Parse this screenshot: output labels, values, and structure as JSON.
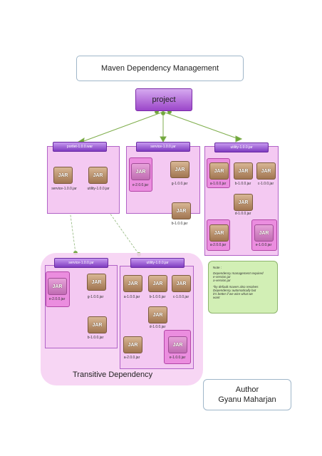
{
  "title": "Maven Dependency Management",
  "project": "project",
  "top_panels": {
    "portlet": {
      "header": "portlet-1.0.0.war",
      "jars": [
        "service-1.0.0.jar",
        "utility-1.0.0.jar"
      ]
    },
    "service": {
      "header": "service-1.0.0.jar",
      "jars": [
        "e-2.0.0.jar",
        "g-1.0.0.jar",
        "b-1.0.0.jar"
      ]
    },
    "utility": {
      "header": "utility-1.0.0.jar",
      "jars": [
        "a-1.0.0.jar",
        "b-1.0.0.jar",
        "c-1.0.0.jar",
        "d-1.0.0.jar",
        "a-2.0.0.jar",
        "e-1.0.0.jar"
      ]
    }
  },
  "transitive_panels": {
    "service": {
      "header": "service-1.0.0.jar",
      "jars": [
        "e-2.0.0.jar",
        "g-1.0.0.jar",
        "b-1.0.0.jar"
      ]
    },
    "utility": {
      "header": "utility-1.0.0.jar",
      "jars": [
        "a-1.0.0.jar",
        "b-1.0.0.jar",
        "c-1.0.0.jar",
        "d-1.0.0.jar",
        "a-2.0.0.jar",
        "e-1.0.0.jar"
      ]
    }
  },
  "jar_icon_text": "JAR",
  "transitive_label": "Transitive Dependency",
  "note": {
    "title": "Note :",
    "line1": "Dependency management required",
    "line2": "e-version.jar",
    "line3": "a-version.jar",
    "line4": "*by default maven also resolves",
    "line5": "Dependency automatically but",
    "line6": "it's better if we wire what we",
    "line7": "want"
  },
  "author": {
    "label": "Author",
    "name": "Gyanu Maharjan"
  },
  "colors": {
    "panel": "#f4c9f2",
    "header": "#7f3bc0",
    "arrow": "#6fa83a",
    "note": "#d2efb5",
    "highlight": "#eb8ddf"
  }
}
